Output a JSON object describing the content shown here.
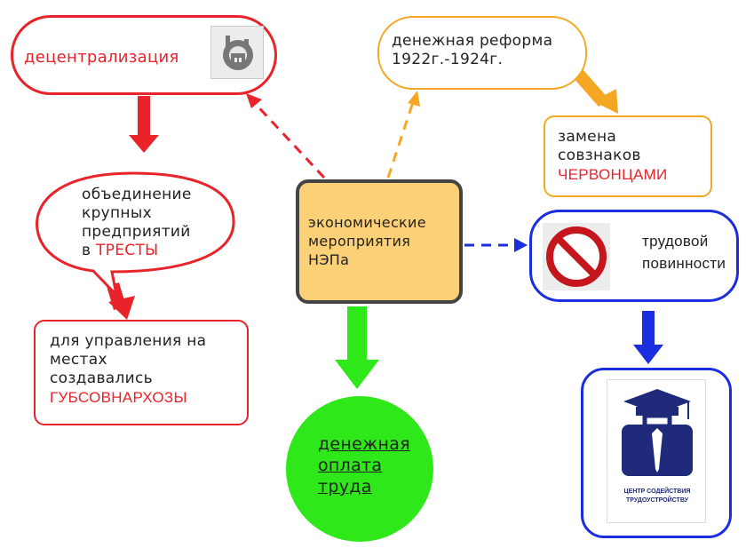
{
  "nodes": {
    "center": {
      "line1": "экономические",
      "line2": "мероприятия",
      "line3": "НЭПа"
    },
    "decentralization": {
      "text": "децентрализация",
      "icon": "industry-icon"
    },
    "trusts": {
      "line1": "объединение",
      "line2": "крупных",
      "line3": "предприятий",
      "line4_prefix": "в ",
      "line4_highlight": "ТРЕСТЫ"
    },
    "gubsovnarkhoz": {
      "line1": "для управления на",
      "line2": "местах",
      "line3": "создавались",
      "line4": "ГУБСОВНАРХОЗЫ"
    },
    "money_reform": {
      "line1": "денежная реформа",
      "line2": "1922г.-1924г."
    },
    "replacement": {
      "line1": "замена",
      "line2": "совзнаков",
      "line3": "ЧЕРВОНЦАМИ"
    },
    "labor_duty": {
      "line1": "трудовой",
      "line2": "повинности",
      "icon": "prohibition-icon"
    },
    "wages": {
      "line1": "денежная",
      "line2": "оплата",
      "line3": "труда"
    },
    "employment_logo": {
      "line1": "ЦЕНТР СОДЕЙСТВИЯ",
      "line2": "ТРУДОУСТРОЙСТВУ",
      "icon": "briefcase-graduation-icon"
    }
  },
  "colors": {
    "red": "#e8232a",
    "orange": "#f5a623",
    "blue": "#1a2ee0",
    "green": "#2ee81a",
    "center_fill": "#fcd077",
    "navy": "#1f2a7a"
  }
}
